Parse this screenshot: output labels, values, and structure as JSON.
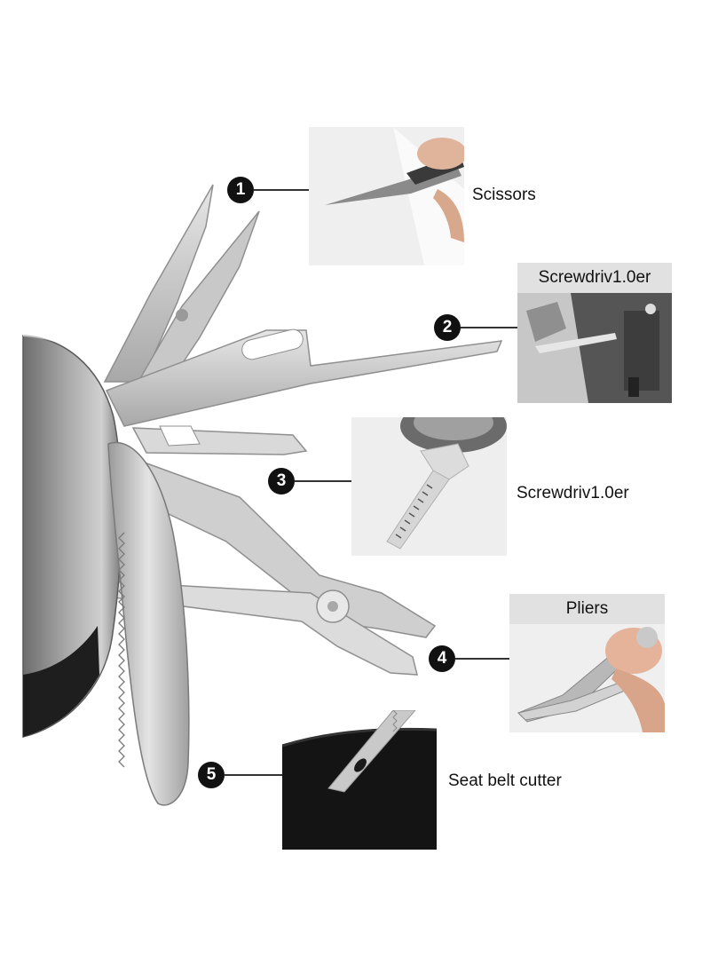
{
  "tools": [
    {
      "number": "1",
      "label": "Scissors"
    },
    {
      "number": "2",
      "label": "Screwdriv1.0er"
    },
    {
      "number": "3",
      "label": "Screwdriv1.0er"
    },
    {
      "number": "4",
      "label": "Pliers"
    },
    {
      "number": "5",
      "label": "Seat belt cutter"
    }
  ],
  "colors": {
    "steel_light": "#e2e2e2",
    "steel_mid": "#b9b9b9",
    "steel_dark": "#8a8a8a",
    "marker": "#111111",
    "label_bar": "#e1e1e1",
    "belt": "#141414"
  }
}
